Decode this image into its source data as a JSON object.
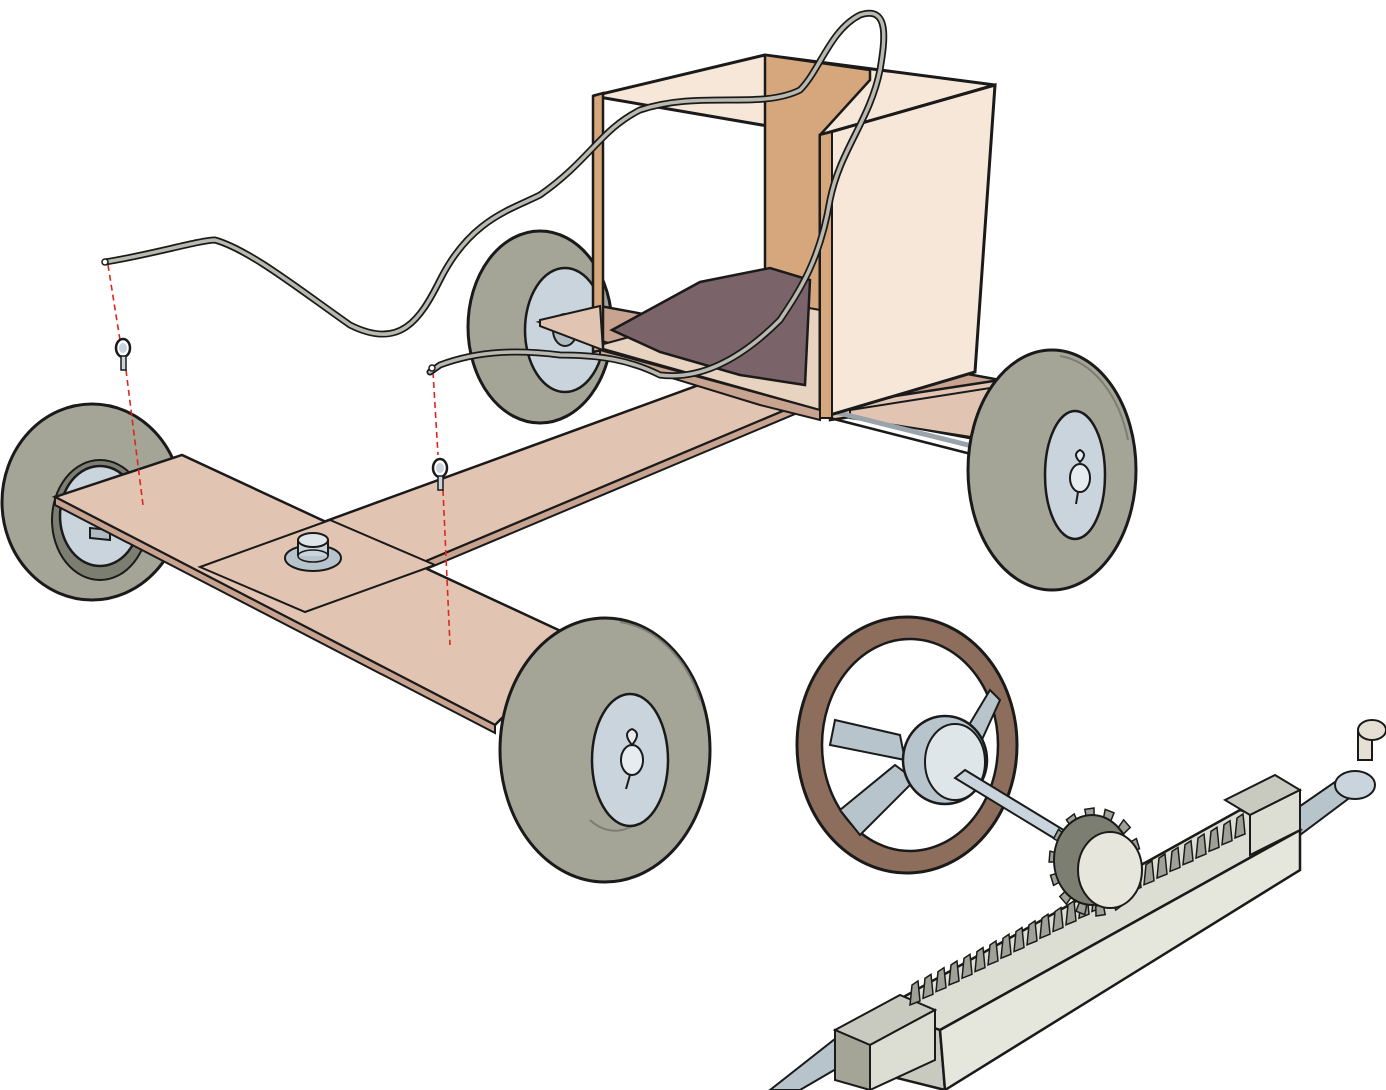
{
  "illustration": {
    "parts": [
      "go-kart-chassis",
      "seat-box",
      "seat-cushion",
      "steering-rope",
      "eye-bolt",
      "wheel",
      "axle-cotter-pin",
      "pivot-bolt",
      "steering-wheel",
      "steering-shaft",
      "pinion-gear",
      "gear-rack"
    ],
    "colors": {
      "outline": "#1a1a1a",
      "plywood": "#e2c4b2",
      "plywood_edge": "#c7a390",
      "box_front": "#f7e7d8",
      "box_inner": "#d6a77d",
      "seat_cushion": "#7b636a",
      "tire": "#a4a597",
      "tire_dark": "#7d7e72",
      "hub": "#c9d4dc",
      "rope": "#b9b9b0",
      "guide_line": "#e0261c",
      "steering_rim": "#8d6d5b",
      "metal": "#b8c4cc",
      "rack": "#dcddd3",
      "rack_shadow": "#9fa096"
    }
  }
}
